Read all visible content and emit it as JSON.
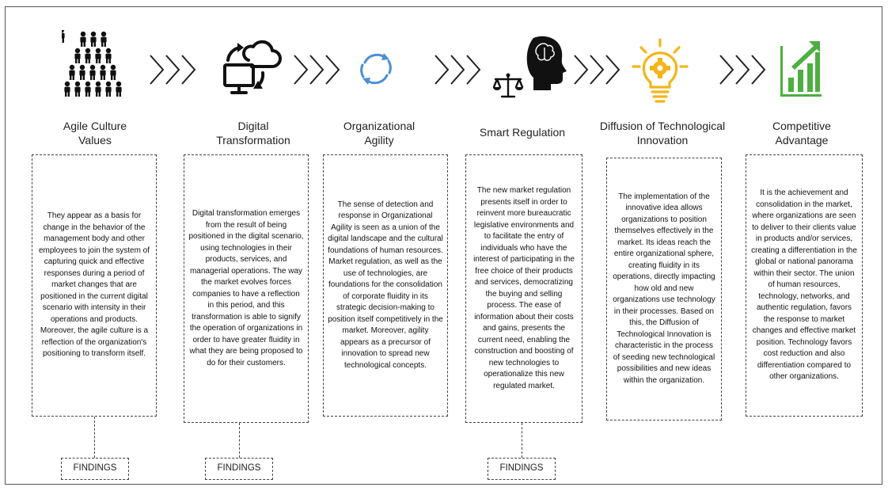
{
  "steps": [
    {
      "icon": "people-hierarchy-icon",
      "title": "Agile Culture Values",
      "text": "They appear as a basis for change in the behavior of the management body and other employees to join the system of capturing quick and effective responses during a period of market changes that are positioned in the current digital scenario with intensity in their operations and products. Moreover, the agile culture is a reflection of the organization's positioning to transform itself.",
      "findings": "FINDINGS"
    },
    {
      "icon": "cloud-computer-sync-icon",
      "title": "Digital Transformation",
      "text": "Digital transformation emerges from the result of being positioned in the digital scenario, using technologies in their products, services, and managerial operations. The way the market evolves forces companies to have a reflection in this period, and this transformation is able to signify the operation of organizations in order to have greater fluidity in what they are being proposed to do for their customers.",
      "findings": "FINDINGS"
    },
    {
      "icon": "refresh-cycle-icon",
      "title": "Organizational Agility",
      "text": "The sense of detection and response in Organizational Agility is seen as a union of the digital landscape and the cultural foundations of human resources. Market regulation, as well as the use of technologies, are foundations for the consolidation of corporate fluidity in its strategic decision-making to position itself competitively in the market. Moreover, agility appears as a precursor of innovation to spread new technological concepts."
    },
    {
      "icon": "scales-brain-icon",
      "title": "Smart Regulation",
      "text": "The new market regulation presents itself in order to reinvent more bureaucratic legislative environments and to facilitate the entry of individuals who have the interest of participating in the free choice of their products and services, democratizing the buying and selling process. The ease of information about their costs and gains, presents the current need, enabling the construction and boosting of new technologies to operationalize this new regulated market.",
      "findings": "FINDINGS"
    },
    {
      "icon": "lightbulb-gear-icon",
      "title": "Diffusion of Technological Innovation",
      "text": "The implementation of the innovative idea allows organizations to position themselves effectively in the market. Its ideas reach the entire organizational sphere, creating fluidity in its operations, directly impacting how old and new organizations use technology in their processes. Based on this, the Diffusion of Technological Innovation is characteristic in the process of seeding new technological possibilities and new ideas within the organization."
    },
    {
      "icon": "growth-chart-icon",
      "title": "Competitive Advantage",
      "text": "It is the achievement and consolidation in the market, where organizations are seen to deliver to their clients value in products and/or services, creating a differentiation in the global or national panorama within their sector. The union of human resources, technology, networks, and authentic regulation, favors the response to market changes and effective market position. Technology favors cost reduction and also differentiation compared to other organizations."
    }
  ],
  "colors": {
    "people": "#111111",
    "cycle": "#4a8fd6",
    "bulb": "#f2b51a",
    "chart": "#4caf3f",
    "chevron": "#222222"
  }
}
